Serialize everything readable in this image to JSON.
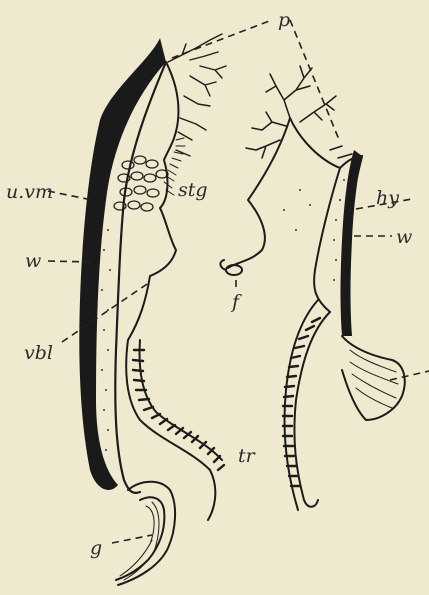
{
  "figure": {
    "labels": {
      "p": "p",
      "u_vm": "u.vm",
      "stg": "stg",
      "hy": "hy",
      "w_left": "w",
      "w_right": "w",
      "f": "f",
      "vbl": "vbl",
      "tr": "tr",
      "g": "g"
    },
    "colors": {
      "background": "#efe9cf",
      "ink": "#1c1c1c"
    }
  }
}
